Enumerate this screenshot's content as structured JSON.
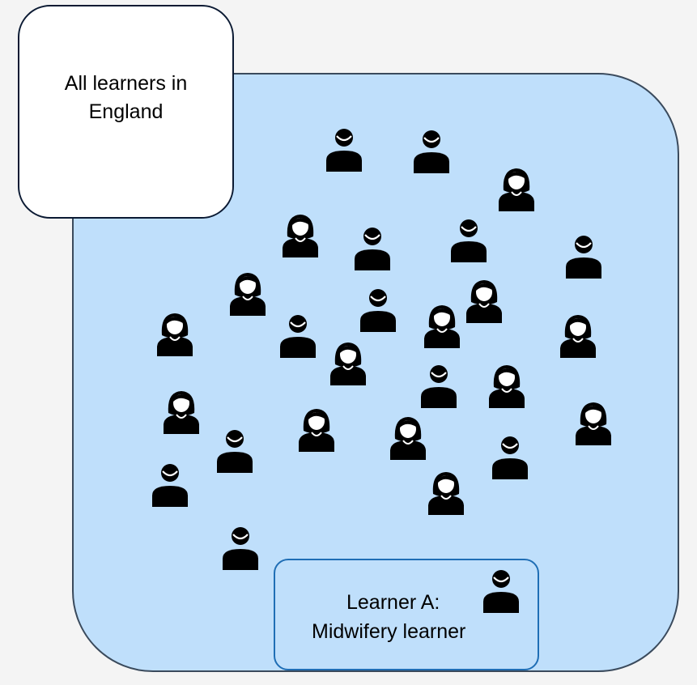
{
  "region_label": {
    "line1": "All learners in",
    "line2": "England"
  },
  "learner_box": {
    "line1": "Learner A:",
    "line2": "Midwifery learner",
    "icon": "person-icon"
  },
  "people": [
    {
      "icon": "male-person-icon"
    },
    {
      "icon": "male-person-icon"
    },
    {
      "icon": "female-person-icon"
    },
    {
      "icon": "female-person-icon"
    },
    {
      "icon": "male-person-icon"
    },
    {
      "icon": "male-person-icon"
    },
    {
      "icon": "male-person-icon"
    },
    {
      "icon": "female-person-icon"
    },
    {
      "icon": "male-person-icon"
    },
    {
      "icon": "female-person-icon"
    },
    {
      "icon": "female-person-icon"
    },
    {
      "icon": "male-person-icon"
    },
    {
      "icon": "female-person-icon"
    },
    {
      "icon": "female-person-icon"
    },
    {
      "icon": "female-person-icon"
    },
    {
      "icon": "male-person-icon"
    },
    {
      "icon": "female-person-icon"
    },
    {
      "icon": "female-person-icon"
    },
    {
      "icon": "male-person-icon"
    },
    {
      "icon": "female-person-icon"
    },
    {
      "icon": "female-person-icon"
    },
    {
      "icon": "female-person-icon"
    },
    {
      "icon": "male-person-icon"
    },
    {
      "icon": "male-person-icon"
    },
    {
      "icon": "female-person-icon"
    },
    {
      "icon": "male-person-icon"
    }
  ],
  "colors": {
    "region_fill": "#bfdffb",
    "region_border": "#3a4a5c",
    "learner_border": "#1f6eb5",
    "icon": "#000000"
  }
}
